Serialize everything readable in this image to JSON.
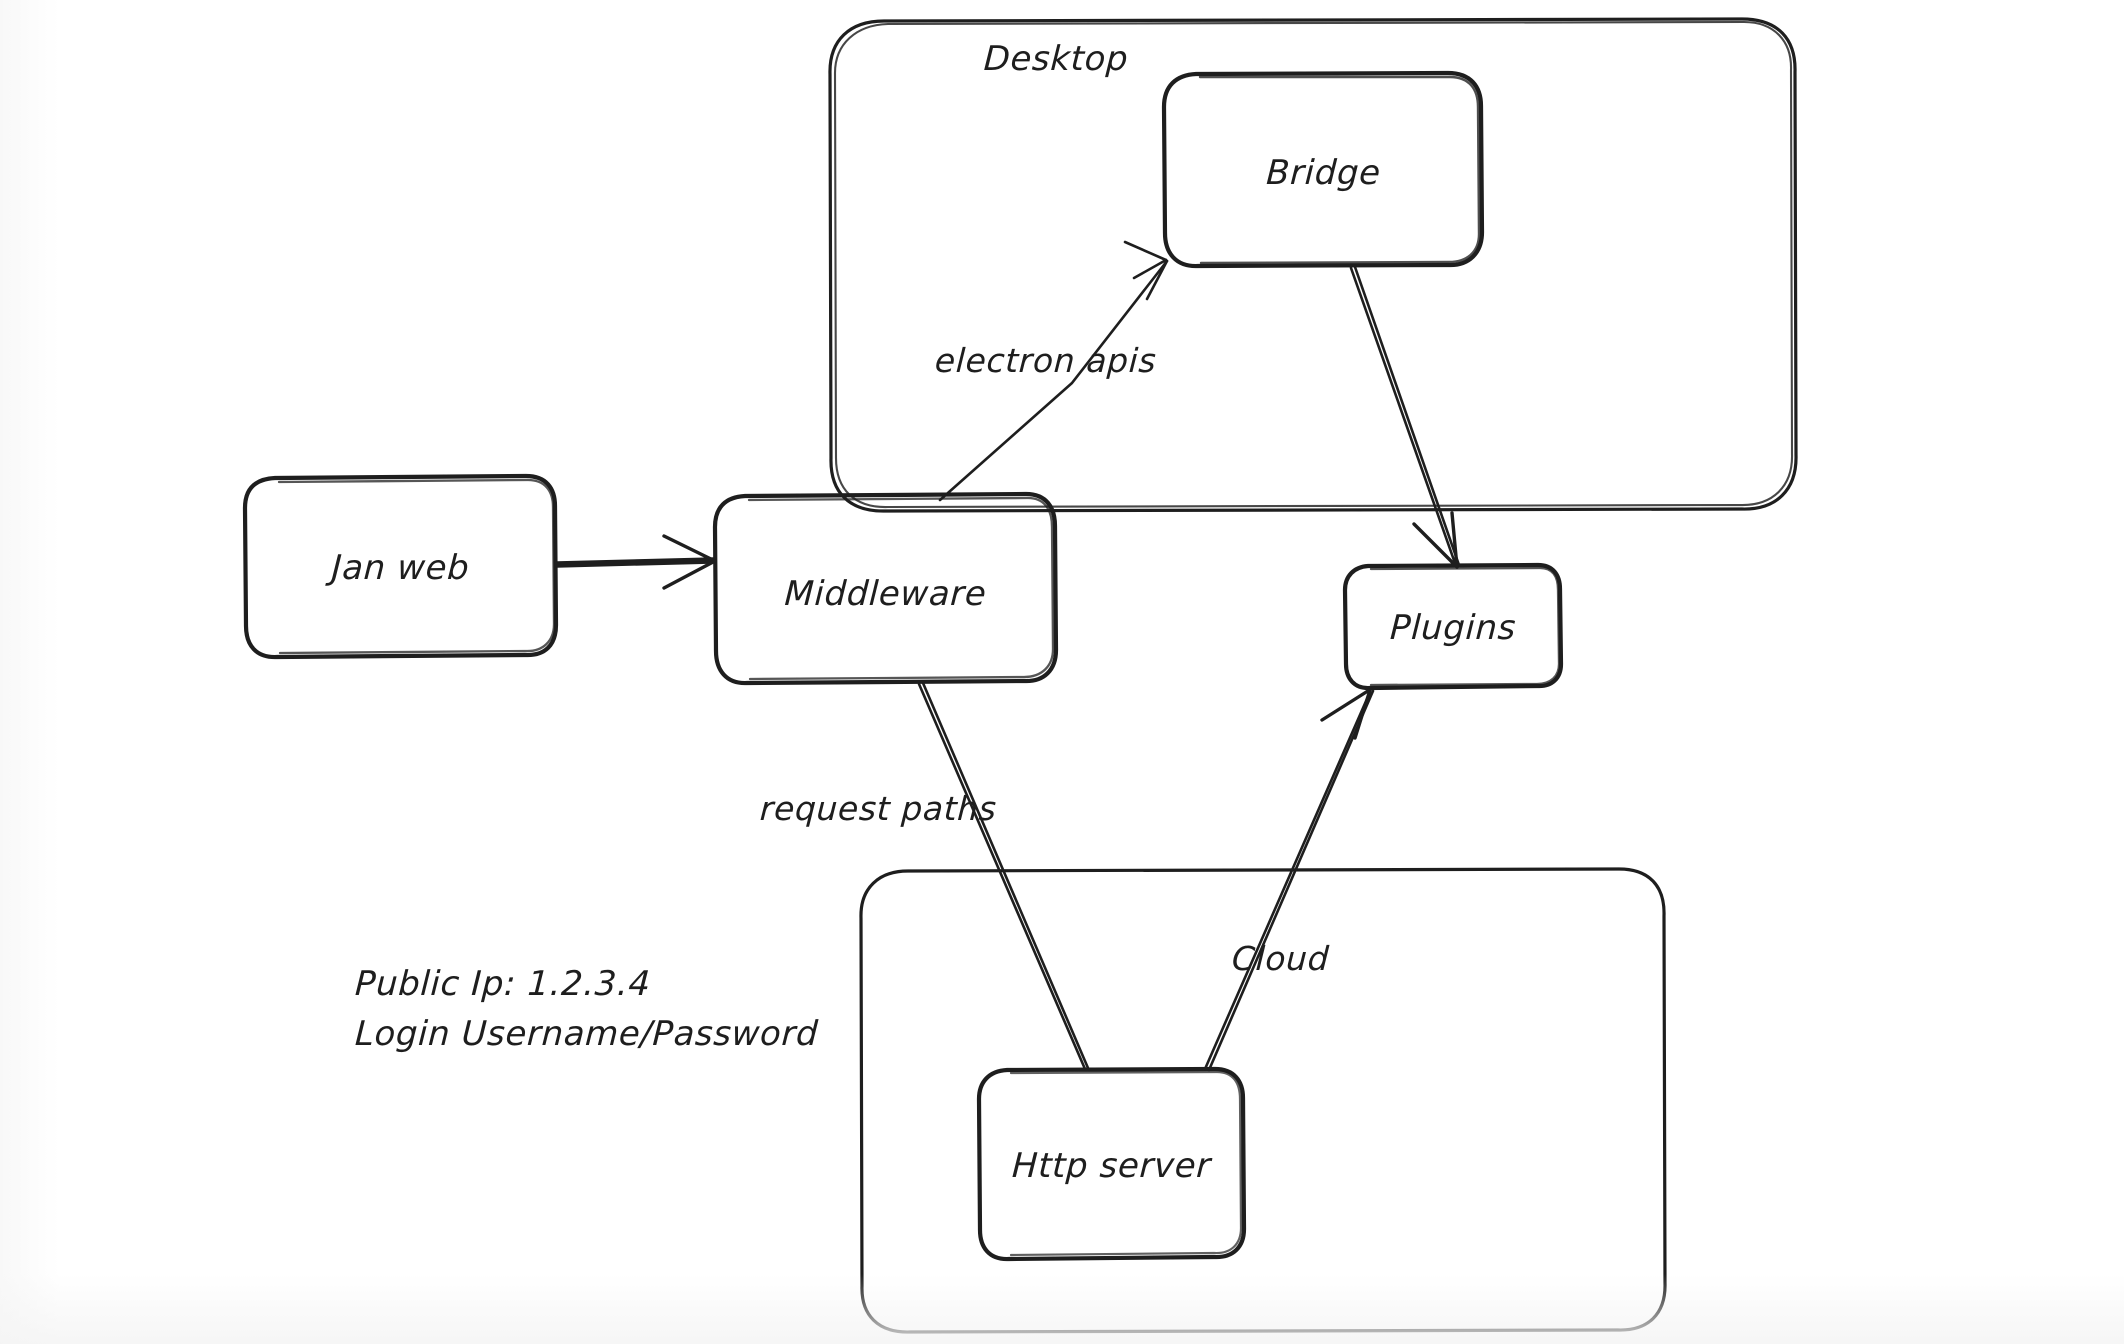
{
  "diagram": {
    "type": "architecture-flow",
    "style": "hand-drawn-excalidraw",
    "background_color": "#ffffff",
    "stroke_color": "#1e1e1e",
    "frames": [
      {
        "id": "desktop",
        "label": "Desktop",
        "contains": [
          "bridge"
        ]
      },
      {
        "id": "cloud-frame",
        "label": "",
        "contains": [
          "http-server"
        ]
      }
    ],
    "nodes": [
      {
        "id": "jan-web",
        "label": "Jan web"
      },
      {
        "id": "middleware",
        "label": "Middleware"
      },
      {
        "id": "bridge",
        "label": "Bridge"
      },
      {
        "id": "plugins",
        "label": "Plugins"
      },
      {
        "id": "http-server",
        "label": "Http server"
      }
    ],
    "edges": [
      {
        "id": "e1",
        "from": "jan-web",
        "to": "middleware",
        "label": "",
        "arrowhead": true
      },
      {
        "id": "e2",
        "from": "middleware",
        "to": "bridge",
        "label": "electron apis",
        "arrowhead": true
      },
      {
        "id": "e3",
        "from": "bridge",
        "to": "plugins",
        "label": "",
        "arrowhead": true
      },
      {
        "id": "e4",
        "from": "middleware",
        "to": "http-server",
        "label": "request paths",
        "arrowhead": false
      },
      {
        "id": "e5",
        "from": "http-server",
        "to": "plugins",
        "label": "Cloud",
        "arrowhead": true
      }
    ],
    "notes": [
      {
        "id": "note-public-ip",
        "line1": "Public Ip: 1.2.3.4",
        "line2": "Login Username/Password"
      }
    ]
  }
}
